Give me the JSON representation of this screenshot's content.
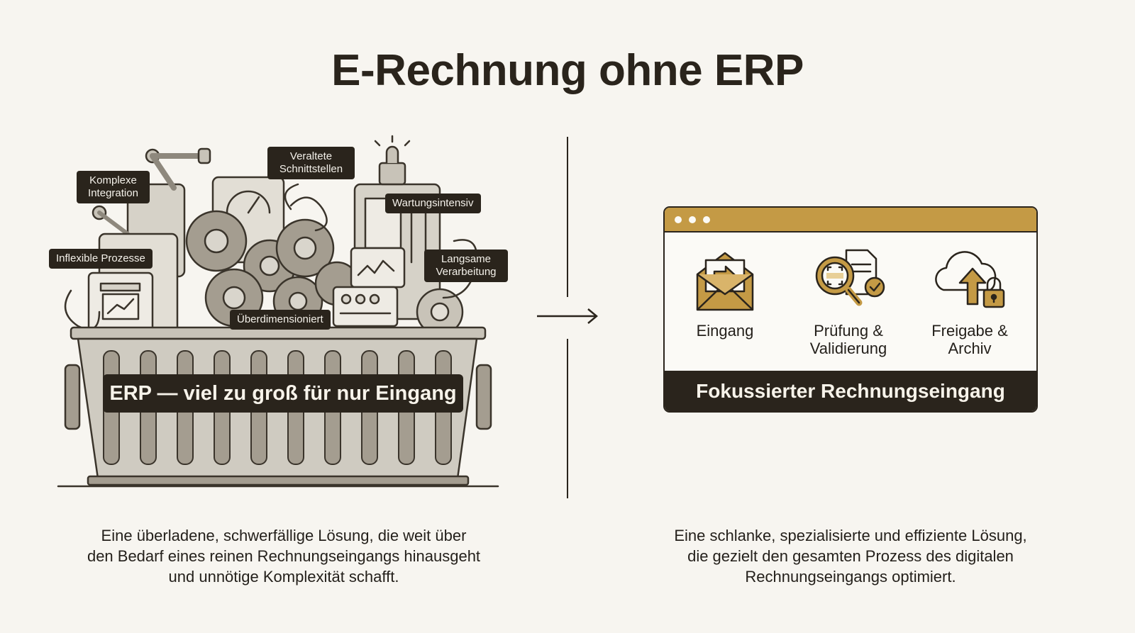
{
  "title": "E-Rechnung ohne ERP",
  "left": {
    "tags": {
      "komplexe": "Komplexe Integration",
      "veraltete": "Veraltete Schnittstellen",
      "wartung": "Wartungsintensiv",
      "inflexibel": "Inflexible Prozesse",
      "langsam": "Langsame Verarbeitung",
      "ueberdimensioniert": "Überdimensioniert"
    },
    "banner": "ERP — viel zu groß für nur Eingang",
    "caption": [
      "Eine überladene, schwerfällige Lösung, die weit über",
      "den Bedarf eines reinen Rechnungseingangs hinausgeht",
      "und unnötige Komplexität schafft."
    ]
  },
  "right": {
    "steps": [
      {
        "icon": "envelope-arrow-icon",
        "label": "Eingang"
      },
      {
        "icon": "magnifier-check-icon",
        "label": "Prüfung & Validierung"
      },
      {
        "icon": "cloud-lock-icon",
        "label": "Freigabe & Archiv"
      }
    ],
    "footer": "Fokussierter Rechnungseingang",
    "caption": [
      "Eine schlanke, spezialisierte und effiziente Lösung,",
      "die gezielt den gesamten Prozess des digitalen",
      "Rechnungseingangs optimiert."
    ]
  },
  "colors": {
    "accent": "#c49a45",
    "dark": "#2a241c",
    "background": "#f7f5f0"
  }
}
